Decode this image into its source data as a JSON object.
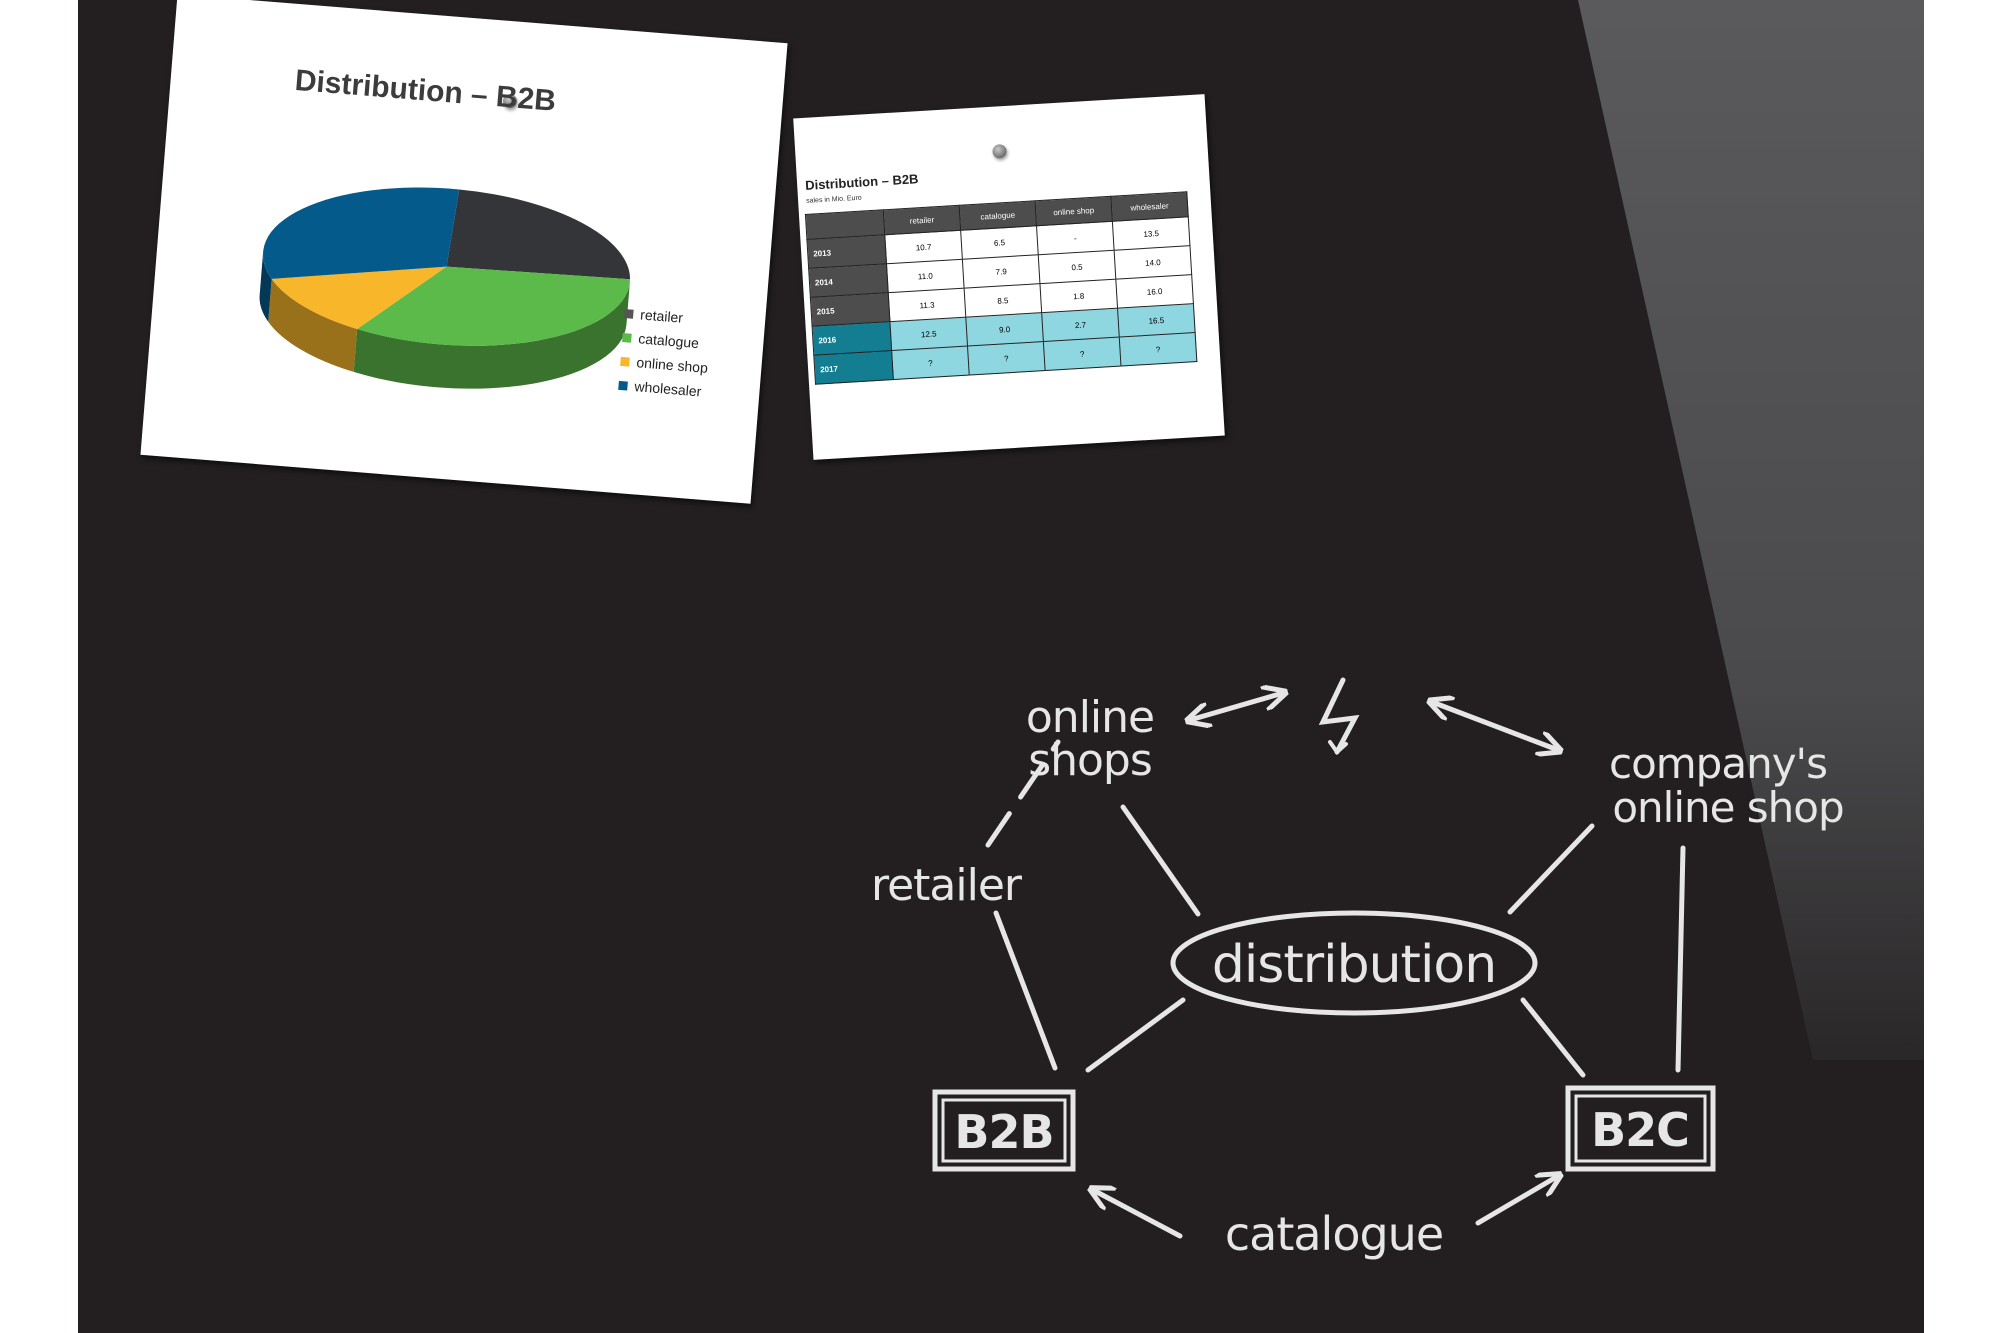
{
  "colors": {
    "board": "#231f20",
    "chalk": "#e6e6e6",
    "retailer": "#333538",
    "catalogue": "#5cba4a",
    "online_shop": "#f8b62b",
    "wholesaler": "#055a8c",
    "table_header": "#4d4d4d",
    "table_teal_dark": "#137e92",
    "table_teal_light": "#8ed6e0"
  },
  "pie_sheet": {
    "title": "Distribution – B2B",
    "legend": [
      "retailer",
      "catalogue",
      "online shop",
      "wholesaler"
    ]
  },
  "chart_data": {
    "type": "pie",
    "title": "Distribution – B2B",
    "labels": [
      "retailer",
      "catalogue",
      "online shop",
      "wholesaler"
    ],
    "values": [
      24,
      33,
      12,
      31
    ],
    "colors": [
      "#333538",
      "#5cba4a",
      "#f8b62b",
      "#055a8c"
    ],
    "legend": "right"
  },
  "table_sheet": {
    "title": "Distribution – B2B",
    "subtitle": "sales in Mio. Euro",
    "columns": [
      "",
      "retailer",
      "catalogue",
      "online shop",
      "wholesaler"
    ],
    "rows": [
      {
        "year": "2013",
        "values": [
          "10.7",
          "6.5",
          "-",
          "13.5"
        ]
      },
      {
        "year": "2014",
        "values": [
          "11.0",
          "7.9",
          "0.5",
          "14.0"
        ]
      },
      {
        "year": "2015",
        "values": [
          "11.3",
          "8.5",
          "1.8",
          "16.0"
        ]
      },
      {
        "year": "2016",
        "values": [
          "12.5",
          "9.0",
          "2.7",
          "16.5"
        ]
      },
      {
        "year": "2017",
        "values": [
          "?",
          "?",
          "?",
          "?"
        ]
      }
    ]
  },
  "diagram": {
    "center": "distribution",
    "b2b": "B2B",
    "b2c": "B2C",
    "online_shops_line1": "online",
    "online_shops_line2": "shops",
    "company_shop_line1": "company's",
    "company_shop_line2": "online shop",
    "retailer": "retailer",
    "catalogue": "catalogue",
    "conflict_symbol": "lightning-icon"
  }
}
